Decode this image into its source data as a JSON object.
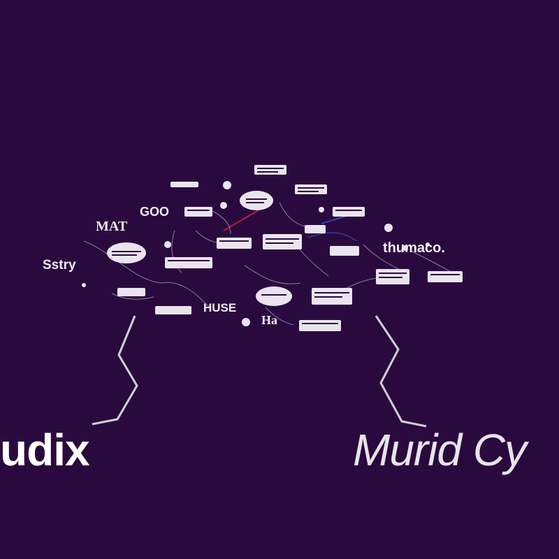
{
  "words": {
    "left": "udix",
    "right": "Murid Cy"
  },
  "labels": {
    "MAT": "MAT",
    "SHY": "Sstry",
    "HUSE": "HUSE",
    "THUMACO": "thumaco.",
    "HA": "Ha",
    "GOO": "GOO"
  },
  "colors": {
    "background": "#2a0a3e",
    "text": "#ffffff",
    "link_red": "#b0203a",
    "link_blue": "#3a50c8"
  }
}
